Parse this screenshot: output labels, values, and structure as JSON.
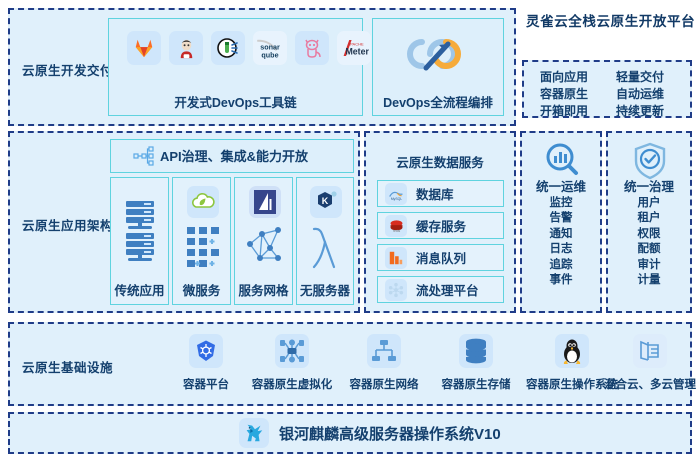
{
  "brand": {
    "title": "灵雀云全栈云原生开放平台",
    "features": [
      "面向应用",
      "轻量交付",
      "容器原生",
      "自动运维",
      "开箱即用",
      "持续更新"
    ]
  },
  "rows": {
    "dev": {
      "label": "云原生开发交付",
      "toolchain": {
        "caption": "开发式DevOps工具链",
        "logos": [
          {
            "name": "gitlab-logo",
            "label": "GitLab"
          },
          {
            "name": "jenkins-logo",
            "label": "Jenkins"
          },
          {
            "name": "nexus-logo",
            "label": "Nexus"
          },
          {
            "name": "sonarqube-logo",
            "label": "sonarqube"
          },
          {
            "name": "gitea-logo",
            "label": "Gitea"
          },
          {
            "name": "jmeter-logo",
            "label": "JMeter"
          }
        ]
      },
      "orchestration": {
        "caption": "DevOps全流程编排",
        "icon": "devops-infinity-icon"
      }
    },
    "app": {
      "label": "云原生应用架构",
      "api": {
        "caption": "API治理、集成&能力开放",
        "icon": "api-topology-icon"
      },
      "columns": [
        {
          "caption": "传统应用",
          "icon": "server-rack-icon"
        },
        {
          "caption": "微服务",
          "icon": "spring-cloud-icon"
        },
        {
          "caption": "服务网格",
          "icon": "istio-icon"
        },
        {
          "caption": "无服务器",
          "icon": "knative-icon"
        }
      ],
      "data": {
        "caption": "云原生数据服务",
        "items": [
          {
            "label": "数据库",
            "icon": "mysql-icon"
          },
          {
            "label": "缓存服务",
            "icon": "redis-icon"
          },
          {
            "label": "消息队列",
            "icon": "rocketmq-icon"
          },
          {
            "label": "流处理平台",
            "icon": "flink-icon"
          }
        ]
      },
      "ops": {
        "head": "统一运维",
        "icon": "analytics-search-icon",
        "items": [
          "监控",
          "告警",
          "通知",
          "日志",
          "追踪",
          "事件"
        ]
      },
      "gov": {
        "head": "统一治理",
        "icon": "shield-check-icon",
        "items": [
          "用户",
          "租户",
          "权限",
          "配额",
          "审计",
          "计量"
        ]
      }
    },
    "infra": {
      "label": "云原生基础设施",
      "items": [
        {
          "caption": "容器平台",
          "icon": "kubernetes-icon"
        },
        {
          "caption": "容器原生虚拟化",
          "icon": "kubevirt-icon"
        },
        {
          "caption": "容器原生网络",
          "icon": "network-icon"
        },
        {
          "caption": "容器原生存储",
          "icon": "storage-db-icon"
        },
        {
          "caption": "容器原生操作系统",
          "icon": "linux-tux-icon"
        },
        {
          "caption": "混合云、多云管理",
          "icon": "hybrid-cloud-icon"
        }
      ]
    },
    "os": {
      "name": "银河麒麟高级服务器操作系统V10",
      "icon": "kylin-mascot-icon"
    }
  },
  "colors": {
    "panel_bg": "#e0f0fb",
    "dash_border": "#1f3c88",
    "solid_border": "#5fd3df",
    "text": "#14406e",
    "tile_bg": "#cfe6fb",
    "accent_orange": "#f6a623",
    "accent_blue": "#3d7ebf"
  }
}
